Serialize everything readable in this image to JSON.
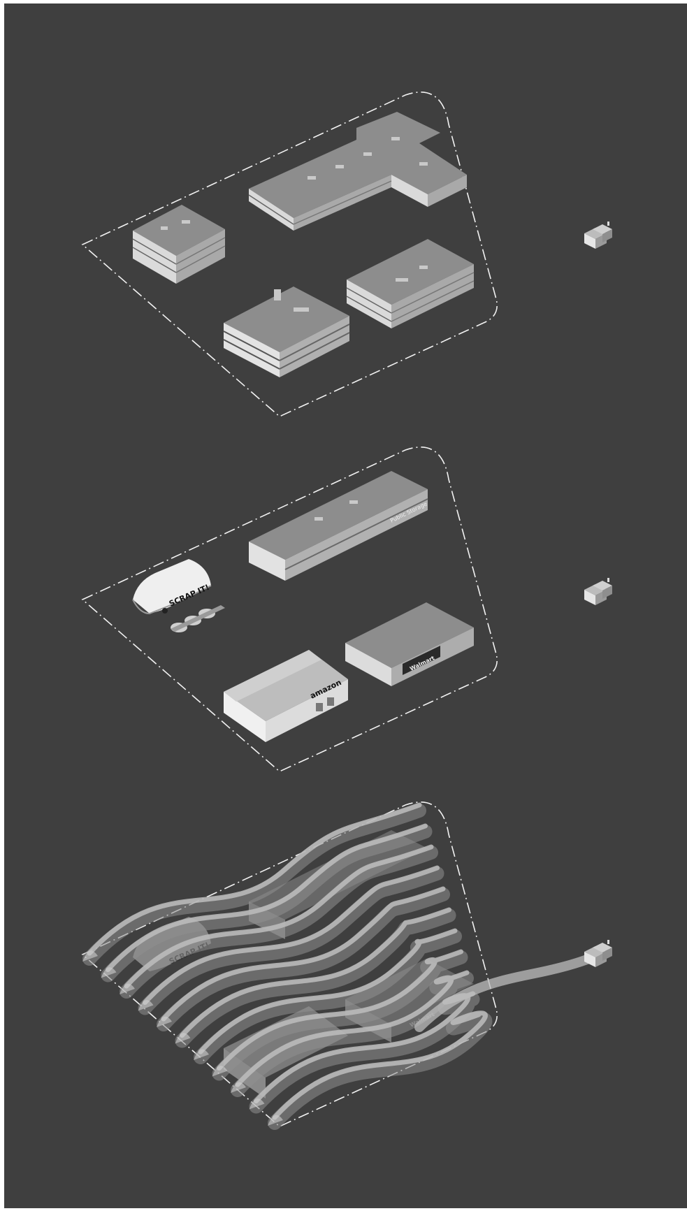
{
  "colors": {
    "background": "#3f3f3f",
    "frame": "#ffffff",
    "boundary": "#f2f2f2",
    "roof": "#8c8c8c",
    "wall_light": "#d8d8d8",
    "wall_dark": "#a6a6a6",
    "ribbon": "#bdbdbd"
  },
  "layers": [
    {
      "name": "office-park"
    },
    {
      "name": "big-box-retail"
    },
    {
      "name": "landscape-ribbons"
    }
  ],
  "signs": {
    "scrap": "SCRAP IT!",
    "amazon": "amazon",
    "walmart": "Walmart",
    "storage": "Public Storage"
  },
  "icons": {
    "house": "house-icon",
    "recycle": "recycle-icon"
  }
}
